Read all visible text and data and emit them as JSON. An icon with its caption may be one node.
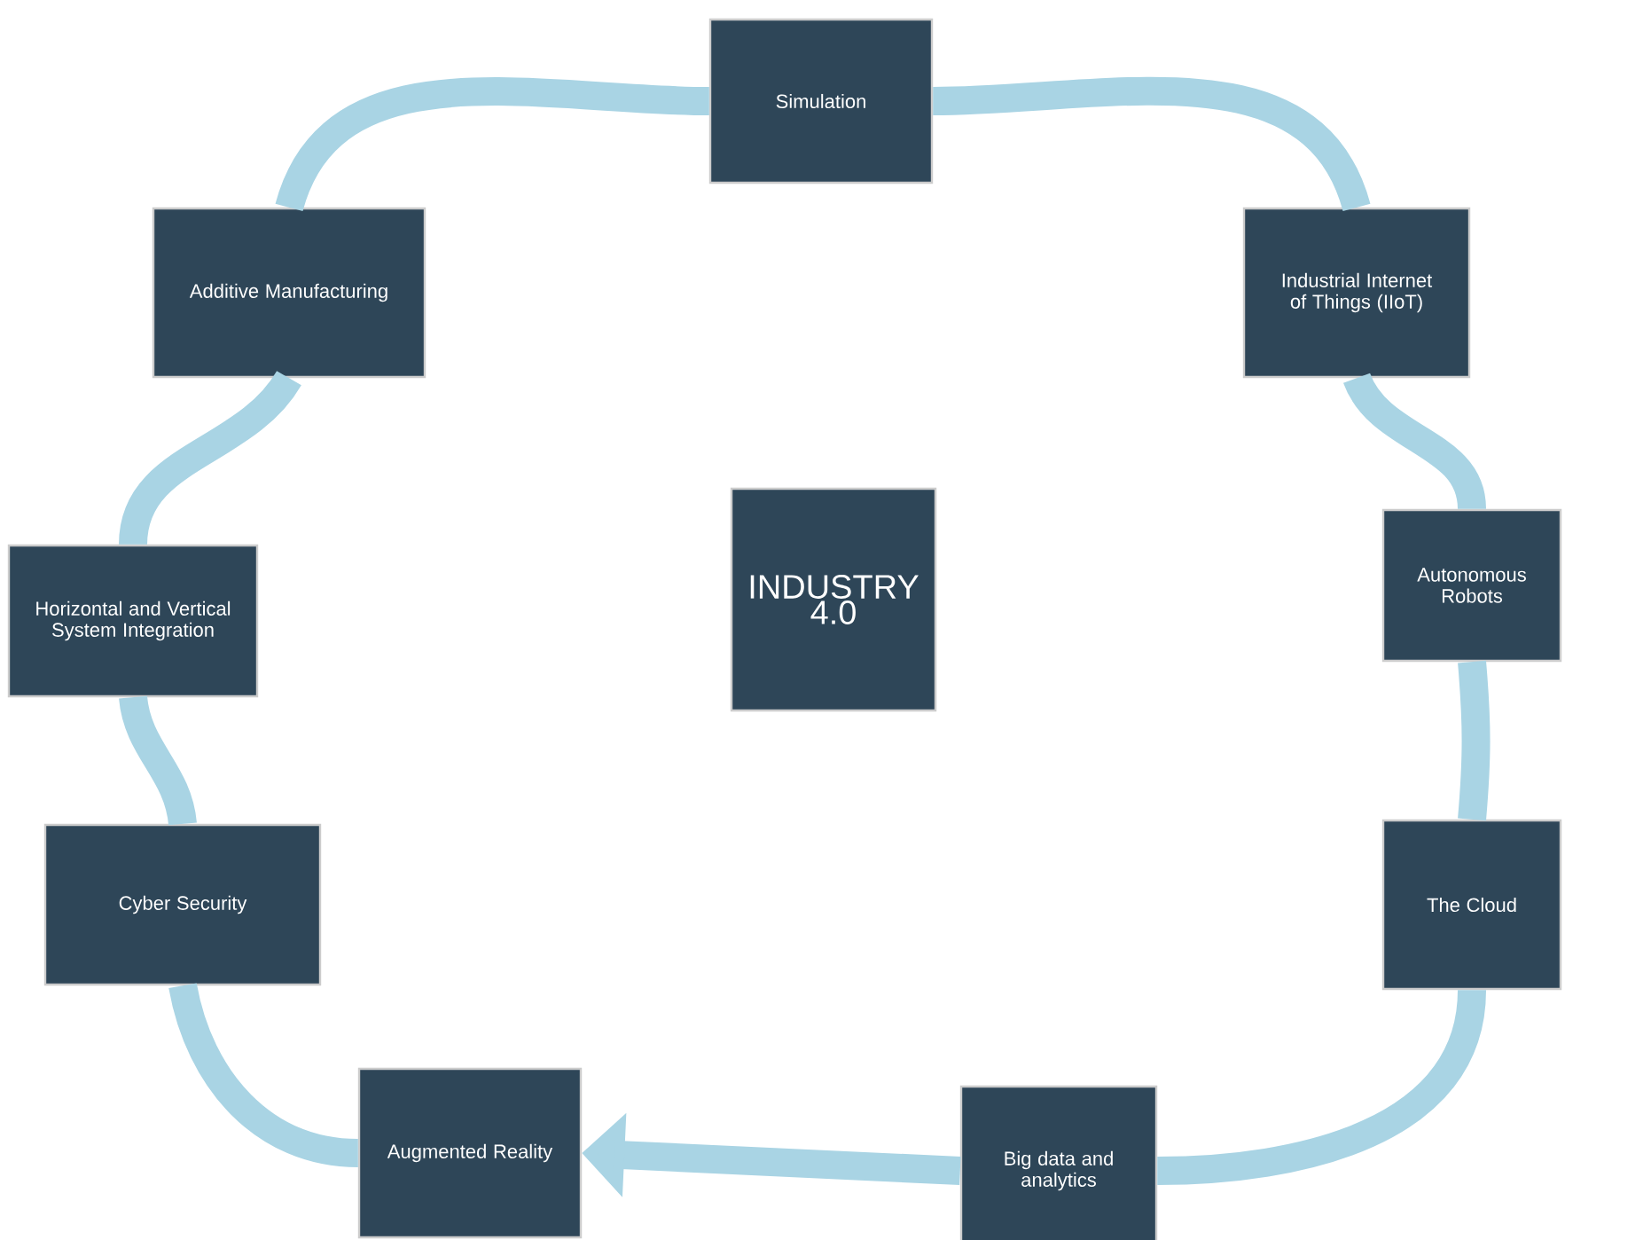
{
  "diagram": {
    "nodes": [
      {
        "text": [
          "Simulation"
        ]
      },
      {
        "text": [
          "Additive Manufacturing"
        ]
      },
      {
        "text": [
          "Industrial Internet of Things (IIoT)"
        ]
      },
      {
        "text": [
          "Horizontal and Vertical System Integration"
        ]
      },
      {
        "text": [
          "INDUSTRY 4.0"
        ]
      },
      {
        "text": [
          "Autonomous Robots"
        ]
      },
      {
        "text": [
          "Cyber Security"
        ]
      },
      {
        "text": [
          "The Cloud"
        ]
      },
      {
        "text": [
          "Augmented Reality"
        ]
      },
      {
        "text": [
          "Big data and analytics"
        ]
      }
    ],
    "edges": [
      {
        "from": 8,
        "to": 6,
        "arrow": "none"
      },
      {
        "from": 6,
        "to": 3,
        "arrow": "none"
      },
      {
        "from": 3,
        "to": 1,
        "arrow": "none"
      },
      {
        "from": 1,
        "to": 0,
        "arrow": "none"
      },
      {
        "from": 0,
        "to": 2,
        "arrow": "none"
      },
      {
        "from": 2,
        "to": 5,
        "arrow": "none"
      },
      {
        "from": 5,
        "to": 7,
        "arrow": "none"
      },
      {
        "from": 7,
        "to": 9,
        "arrow": "none"
      },
      {
        "from": 9,
        "to": 8,
        "arrow": "to"
      }
    ]
  }
}
